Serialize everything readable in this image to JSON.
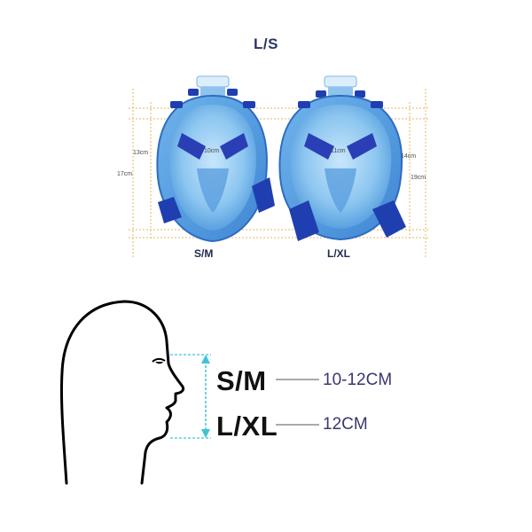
{
  "header": {
    "title": "L/S"
  },
  "masks": {
    "small": {
      "label": "S/M",
      "width_label": "10cm",
      "inner_height_label": "13cm",
      "outer_height_label": "17cm"
    },
    "large": {
      "label": "L/XL",
      "width_label": "11cm",
      "inner_height_label": "14cm",
      "outer_height_label": "19cm"
    }
  },
  "face_chart": {
    "rows": [
      {
        "size": "S/M",
        "value": "10-12CM"
      },
      {
        "size": "L/XL",
        "value": "12CM"
      }
    ]
  },
  "colors": {
    "mask_blue": "#5aa6e6",
    "strap_blue": "#1f3fb0",
    "guide_orange": "#e8b560",
    "guide_cyan": "#3ec3d8"
  }
}
